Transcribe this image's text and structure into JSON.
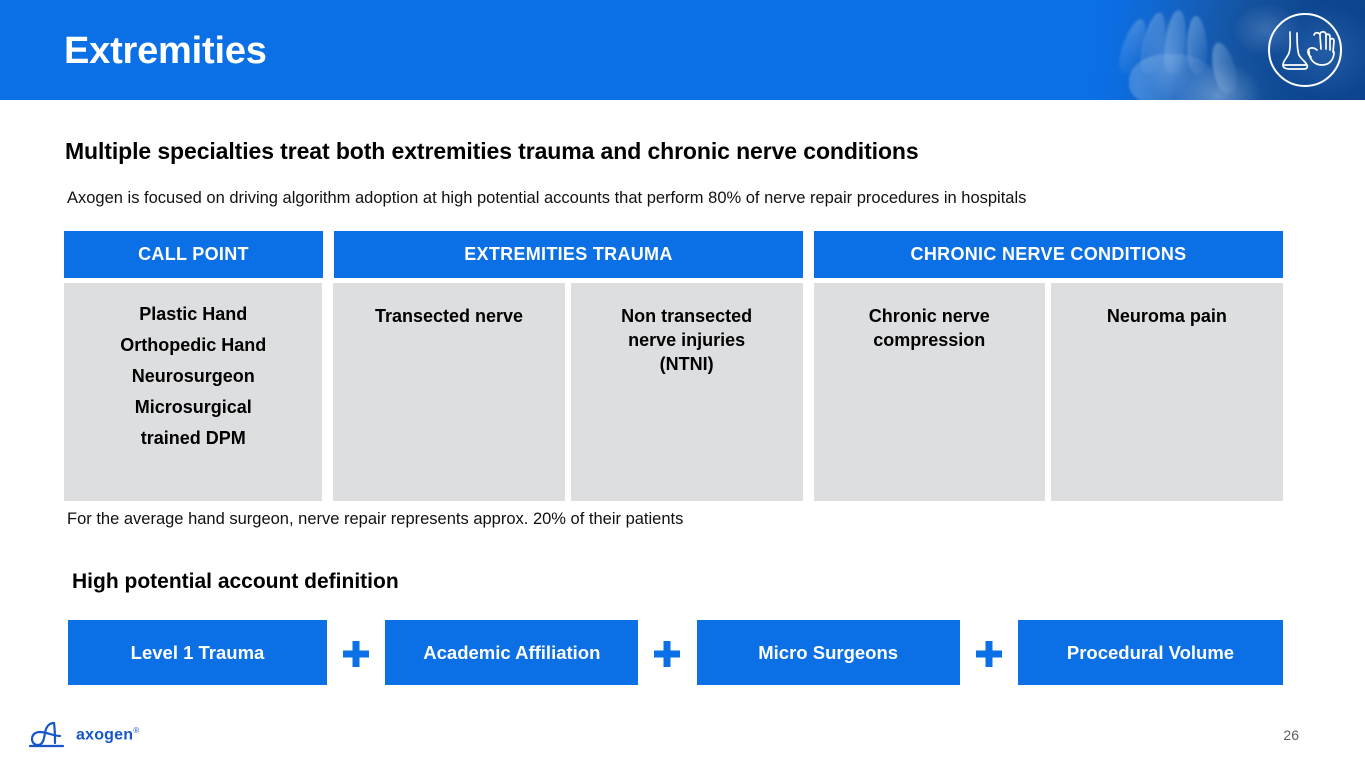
{
  "banner": {
    "title": "Extremities",
    "photo_alt": "hands-photo",
    "logo_icon": "foot-and-hand-circle-icon",
    "accent_color": "#0B6FE6"
  },
  "content": {
    "headline": "Multiple specialties treat both extremities trauma and chronic nerve conditions",
    "subline": "Axogen is focused on driving algorithm adoption at high potential accounts that perform 80% of nerve repair procedures in hospitals",
    "footnote": "For the average hand surgeon, nerve repair represents approx. 20% of their patients"
  },
  "matrix": {
    "headers": [
      {
        "label": "CALL POINT"
      },
      {
        "label": "EXTREMITIES TRAUMA"
      },
      {
        "label": "CHRONIC NERVE CONDITIONS"
      }
    ],
    "cells": {
      "call_point": [
        "Plastic Hand",
        "Orthopedic Hand",
        "Neurosurgeon",
        "Microsurgical",
        "trained DPM"
      ],
      "transected": [
        "Transected nerve"
      ],
      "ntni": [
        "Non transected",
        "nerve injuries",
        "(NTNI)"
      ],
      "compression": [
        "Chronic nerve",
        "compression"
      ],
      "neuroma": [
        "Neuroma pain"
      ]
    }
  },
  "high_potential": {
    "title": "High potential account definition",
    "chips": [
      {
        "label": "Level 1 Trauma"
      },
      {
        "label": "Academic Affiliation"
      },
      {
        "label": "Micro Surgeons"
      },
      {
        "label": "Procedural Volume"
      }
    ],
    "operator": "+"
  },
  "footer": {
    "brand": "axogen",
    "registered_mark": "®",
    "logo_icon": "axogen-a-mark-icon",
    "page_number": "26"
  }
}
